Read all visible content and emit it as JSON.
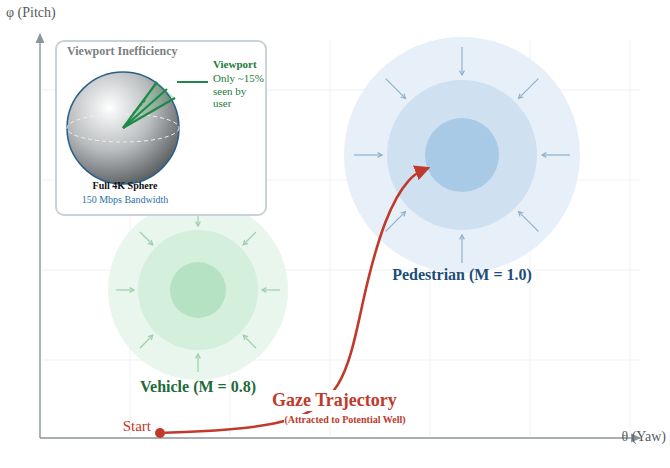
{
  "diagram": {
    "nodes": [
      {
        "text": [
          "Viewport Inefficiency",
          "Viewport",
          "Only ~15% seen by user",
          "Full 4K Sphere",
          "150 Mbps Bandwidth"
        ]
      },
      {
        "text": [
          "Vehicle (M = 0.8)"
        ]
      },
      {
        "text": [
          "Pedestrian (M = 1.0)"
        ]
      },
      {
        "text": [
          "Start"
        ]
      }
    ],
    "edges": [
      {
        "from": 3,
        "to": 2,
        "arrow": "to"
      }
    ],
    "labels": [
      "φ (Pitch)",
      "θ (Yaw)",
      "Gaze Trajectory",
      "(Attracted to Potential Well)"
    ]
  }
}
